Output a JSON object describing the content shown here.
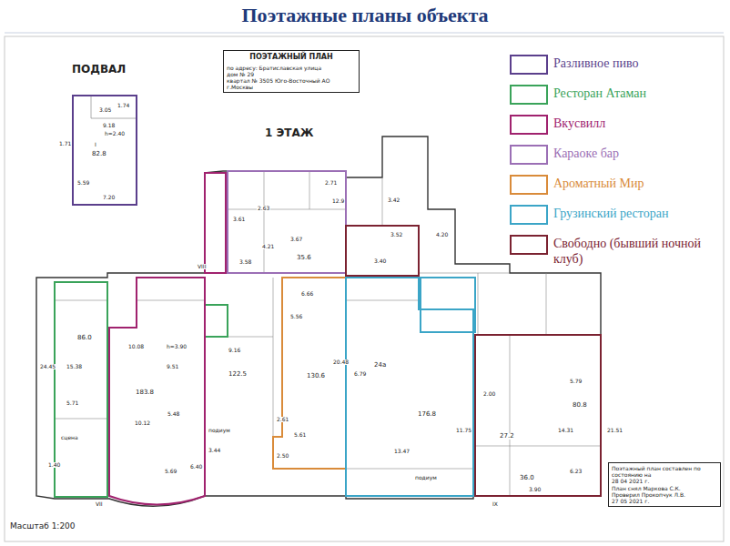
{
  "diagram": {
    "title": "Поэтажные планы объекта",
    "nodes": [
      {
        "text": [
          "ПОЭТАЖНЫЙ ПЛАН",
          "по адресу: Братиславская улица",
          "дом № 29",
          "квартал № 3505 Юго-Восточный АО г.Москвы"
        ]
      },
      {
        "text": [
          "Поэтажный план составлен по состоянию на",
          "28 04 2021 г.",
          "План снял Маркова С.К.",
          "Проверил Прокопчук Л.В.",
          "27 05 2021 г."
        ]
      }
    ],
    "labels": [
      "ПОДВАЛ",
      "3.05",
      "1.74",
      "9.18",
      "h=2.40",
      "I",
      "82.8",
      "1.71",
      "5.59",
      "7.20",
      "1 ЭТАЖ",
      "3.61",
      "2.63",
      "2.71",
      "12.9",
      "3.67",
      "35.6",
      "4.21",
      "3.58",
      "3.42",
      "3.52",
      "3.40",
      "4.20",
      "86.0",
      "15.38",
      "5.71",
      "24.45",
      "сцена",
      "1.40",
      "10.08",
      "h=3.90",
      "9.51",
      "183.8",
      "10.12",
      "5.48",
      "5.69",
      "9.16",
      "122.5",
      "подиум",
      "3.44",
      "6.40",
      "6.66",
      "5.56",
      "130.6",
      "20.48",
      "2.61",
      "2.50",
      "5.61",
      "24а",
      "6.79",
      "176.8",
      "11.75",
      "13.47",
      "подиум",
      "5.79",
      "80.8",
      "14.31",
      "27.2",
      "2.00",
      "36.0",
      "3.90",
      "6.23",
      "21.51",
      "VIII",
      "VII",
      "IX",
      "Масштаб 1:200"
    ],
    "legend": [
      {
        "text": "Разливное пиво",
        "color": "#5b3f8c"
      },
      {
        "text": "Ресторан Атаман",
        "color": "#3aa35a"
      },
      {
        "text": "Вкусвилл",
        "color": "#a0226e"
      },
      {
        "text": "Караоке бар",
        "color": "#9b6fb5"
      },
      {
        "text": "Ароматный Мир",
        "color": "#d98b3a"
      },
      {
        "text": "Грузинский ресторан",
        "color": "#3ba5c7"
      },
      {
        "text": "Свободно (бывший ночной клуб)",
        "color": "#7b2231"
      }
    ]
  }
}
